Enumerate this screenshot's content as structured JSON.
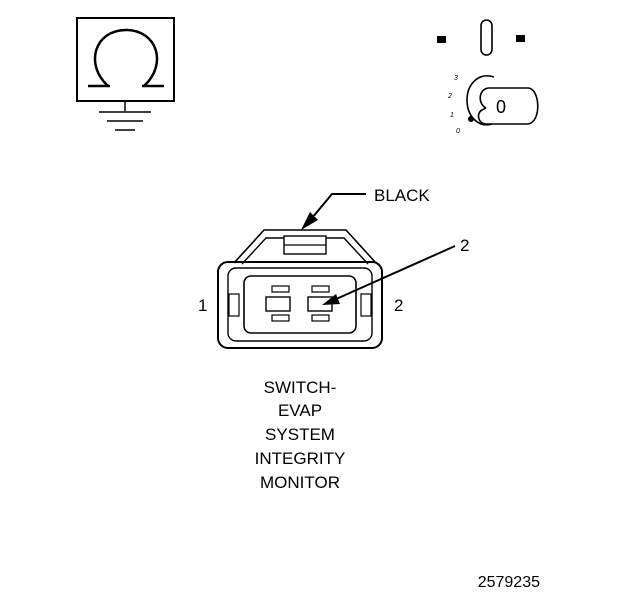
{
  "ohmmeter": {
    "symbol": "Ω"
  },
  "ignition": {
    "positions": [
      "3",
      "2",
      "1",
      "0"
    ],
    "key_label": "0"
  },
  "connector": {
    "color_label": "BLACK",
    "pin_callout": "2",
    "pin_left": "1",
    "pin_right": "2"
  },
  "caption": {
    "lines": [
      "SWITCH-",
      "EVAP",
      "SYSTEM",
      "INTEGRITY",
      "MONITOR"
    ]
  },
  "figure_id": "2579235"
}
